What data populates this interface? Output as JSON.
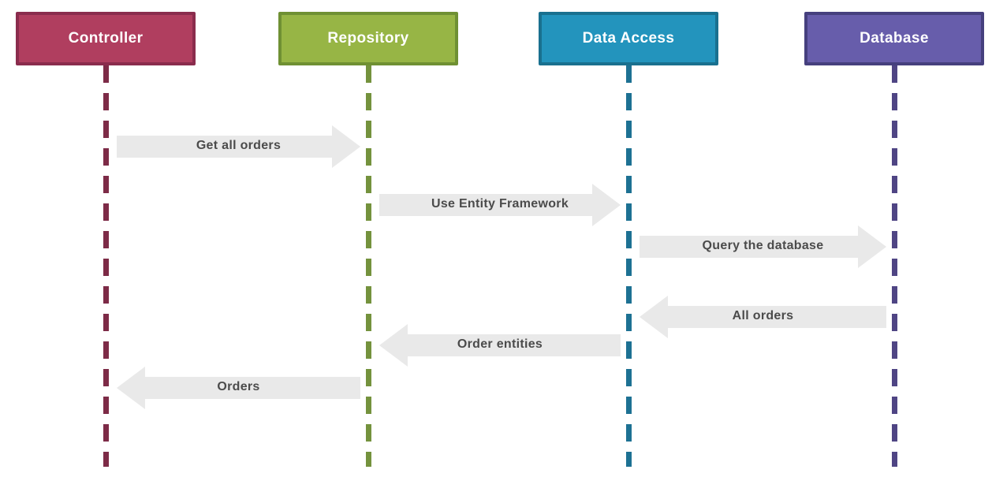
{
  "diagram": {
    "type": "sequence",
    "background": "#ffffff"
  },
  "actors": [
    {
      "id": "controller",
      "label": "Controller",
      "fill": "#b03e5f",
      "border": "#8a2c4d",
      "lifeline_color": "#7d2b47",
      "text_color": "#ffffff"
    },
    {
      "id": "repository",
      "label": "Repository",
      "fill": "#97b545",
      "border": "#6f9033",
      "lifeline_color": "#74923d",
      "text_color": "#ffffff"
    },
    {
      "id": "data-access",
      "label": "Data Access",
      "fill": "#2394bd",
      "border": "#19708f",
      "lifeline_color": "#1d7193",
      "text_color": "#ffffff"
    },
    {
      "id": "database",
      "label": "Database",
      "fill": "#675dab",
      "border": "#46407e",
      "lifeline_color": "#4f4584",
      "text_color": "#ffffff"
    }
  ],
  "messages": [
    {
      "label": "Get all orders",
      "from": "controller",
      "to": "repository"
    },
    {
      "label": "Use Entity Framework",
      "from": "repository",
      "to": "data-access"
    },
    {
      "label": "Query the database",
      "from": "data-access",
      "to": "database"
    },
    {
      "label": "All orders",
      "from": "database",
      "to": "data-access"
    },
    {
      "label": "Order entities",
      "from": "data-access",
      "to": "repository"
    },
    {
      "label": "Orders",
      "from": "repository",
      "to": "controller"
    }
  ],
  "style_colors": {
    "arrow_fill": "#e9e9e9",
    "message_text": "#4b4b4b"
  }
}
